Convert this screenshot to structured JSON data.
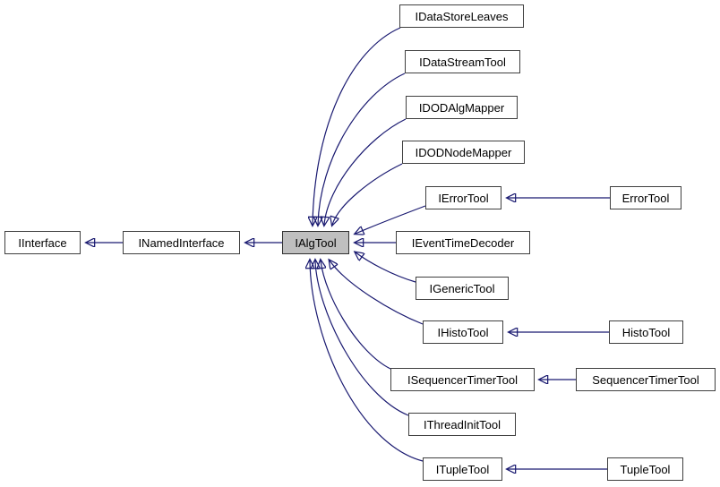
{
  "diagram": {
    "type": "inheritance-graph",
    "focus_node": "IAlgTool",
    "nodes": [
      {
        "id": "IInterface",
        "label": "IInterface"
      },
      {
        "id": "INamedInterface",
        "label": "INamedInterface"
      },
      {
        "id": "IAlgTool",
        "label": "IAlgTool"
      },
      {
        "id": "IDataStoreLeaves",
        "label": "IDataStoreLeaves"
      },
      {
        "id": "IDataStreamTool",
        "label": "IDataStreamTool"
      },
      {
        "id": "IDODAlgMapper",
        "label": "IDODAlgMapper"
      },
      {
        "id": "IDODNodeMapper",
        "label": "IDODNodeMapper"
      },
      {
        "id": "IErrorTool",
        "label": "IErrorTool"
      },
      {
        "id": "IEventTimeDecoder",
        "label": "IEventTimeDecoder"
      },
      {
        "id": "IGenericTool",
        "label": "IGenericTool"
      },
      {
        "id": "IHistoTool",
        "label": "IHistoTool"
      },
      {
        "id": "ISequencerTimerTool",
        "label": "ISequencerTimerTool"
      },
      {
        "id": "IThreadInitTool",
        "label": "IThreadInitTool"
      },
      {
        "id": "ITupleTool",
        "label": "ITupleTool"
      },
      {
        "id": "ErrorTool",
        "label": "ErrorTool"
      },
      {
        "id": "HistoTool",
        "label": "HistoTool"
      },
      {
        "id": "SequencerTimerTool",
        "label": "SequencerTimerTool"
      },
      {
        "id": "TupleTool",
        "label": "TupleTool"
      }
    ],
    "edges": [
      {
        "from": "IAlgTool",
        "to": "INamedInterface"
      },
      {
        "from": "INamedInterface",
        "to": "IInterface"
      },
      {
        "from": "IDataStoreLeaves",
        "to": "IAlgTool"
      },
      {
        "from": "IDataStreamTool",
        "to": "IAlgTool"
      },
      {
        "from": "IDODAlgMapper",
        "to": "IAlgTool"
      },
      {
        "from": "IDODNodeMapper",
        "to": "IAlgTool"
      },
      {
        "from": "IErrorTool",
        "to": "IAlgTool"
      },
      {
        "from": "IEventTimeDecoder",
        "to": "IAlgTool"
      },
      {
        "from": "IGenericTool",
        "to": "IAlgTool"
      },
      {
        "from": "IHistoTool",
        "to": "IAlgTool"
      },
      {
        "from": "ISequencerTimerTool",
        "to": "IAlgTool"
      },
      {
        "from": "IThreadInitTool",
        "to": "IAlgTool"
      },
      {
        "from": "ITupleTool",
        "to": "IAlgTool"
      },
      {
        "from": "ErrorTool",
        "to": "IErrorTool"
      },
      {
        "from": "HistoTool",
        "to": "IHistoTool"
      },
      {
        "from": "SequencerTimerTool",
        "to": "ISequencerTimerTool"
      },
      {
        "from": "TupleTool",
        "to": "ITupleTool"
      }
    ],
    "colors": {
      "edge": "#191970",
      "focus_node_fill": "#bfbfbf",
      "node_fill": "#ffffff",
      "node_border": "#3f3f3f",
      "text": "#000000"
    }
  }
}
